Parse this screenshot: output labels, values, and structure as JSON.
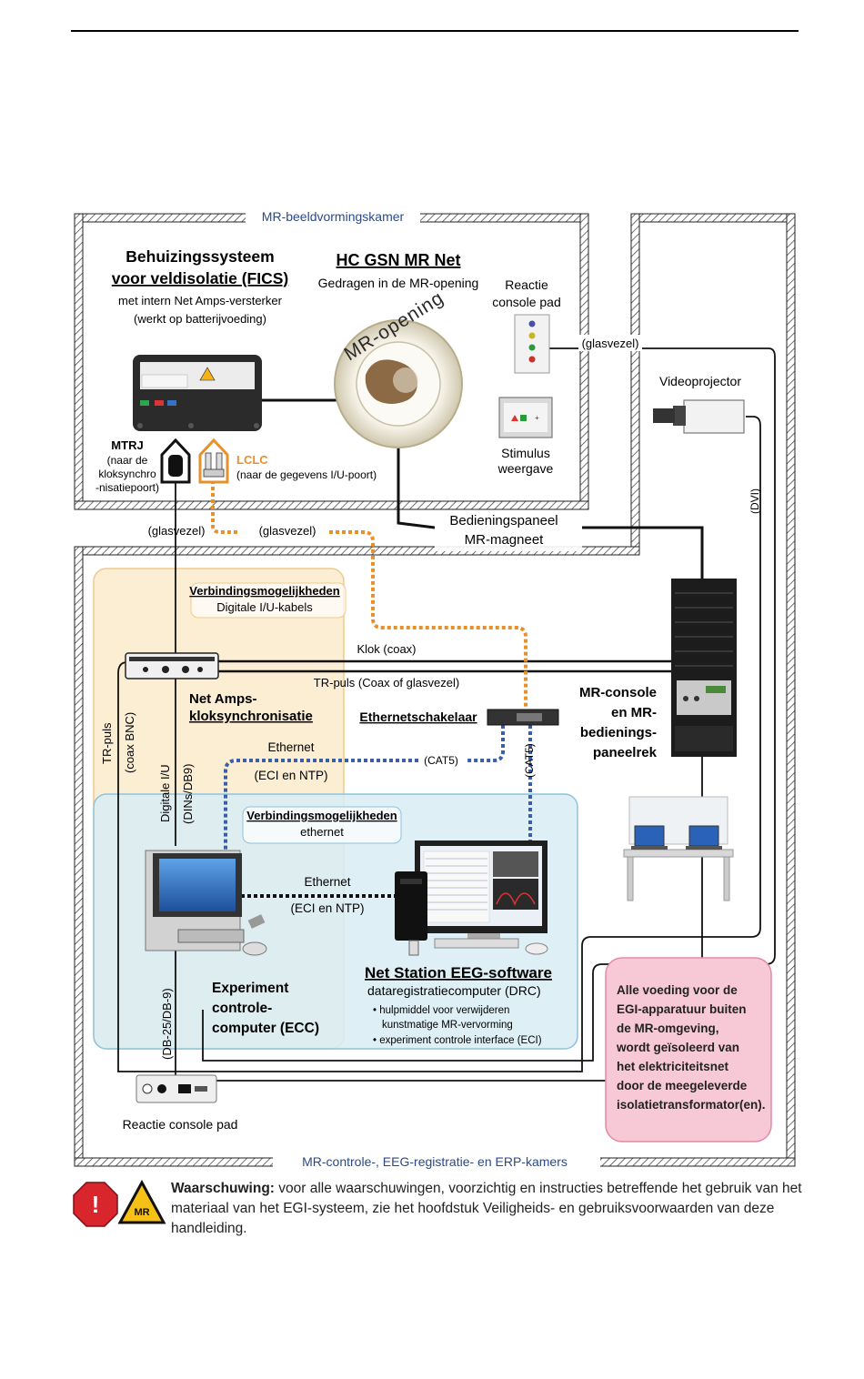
{
  "rooms": {
    "mr_room": "MR-beeldvormingskamer",
    "control_room": "MR-controle-, EEG-registratie- en ERP-kamers"
  },
  "fics": {
    "title1": "Behuizingssysteem",
    "title2": "voor veldisolatie (FICS)",
    "sub1": "met intern Net Amps-versterker",
    "sub2": "(werkt op batterijvoeding)"
  },
  "hcgsn": {
    "title": "HC GSN MR Net",
    "sub": "Gedragen in de MR-opening",
    "bore": "MR-opening"
  },
  "response_pad_top": {
    "line1": "Reactie",
    "line2": "console pad"
  },
  "stimulus": {
    "line1": "Stimulus",
    "line2": "weergave"
  },
  "videoprojector": "Videoprojector",
  "mtrj": {
    "title": "MTRJ",
    "l1": "(naar de",
    "l2": "kloksynchro",
    "l3": "-nisatiepoort)"
  },
  "lclc": {
    "title": "LCLC",
    "sub": "(naar de gegevens I/U-poort)"
  },
  "cables": {
    "glasvezel": "(glasvezel)",
    "dvi": "(DVI)",
    "klok": "Klok (coax)",
    "trpuls_coax": "TR-puls (Coax of glasvezel)",
    "trpuls": "TR-puls",
    "coax_bnc": "(coax BNC)",
    "digitale_iu": "Digitale I/U",
    "dins": "(DINs/DB9)",
    "ethernet": "Ethernet",
    "eci_ntp": "(ECI en NTP)",
    "cat5": "(CAT5)",
    "db25": "(DB-25/DB-9)"
  },
  "panel": {
    "line1": "Bedieningspaneel",
    "line2": "MR-magneet"
  },
  "conn1": {
    "title": "Verbindingsmogelijkheden",
    "sub": "Digitale I/U-kabels"
  },
  "conn2": {
    "title": "Verbindingsmogelijkheden",
    "sub": "ethernet"
  },
  "netamps": {
    "line1": "Net Amps-",
    "line2": "kloksynchronisatie"
  },
  "switch": "Ethernetschakelaar",
  "console": {
    "l1": "MR-console",
    "l2": "en MR-",
    "l3": "bedienings-",
    "l4": "paneelrek"
  },
  "ecc": {
    "l1": "Experiment",
    "l2": "controle-",
    "l3": "computer (ECC)"
  },
  "netstation": {
    "title": "Net Station EEG-software",
    "sub": "dataregistratiecomputer (DRC)",
    "b1a": "• hulpmiddel voor verwijderen",
    "b1b": "kunstmatige MR-vervorming",
    "b2": "• experiment controle interface (ECI)"
  },
  "response_pad_bottom": "Reactie console pad",
  "power_note": [
    "Alle voeding voor de",
    "EGI-apparatuur buiten",
    "de MR-omgeving,",
    "wordt geïsoleerd van",
    "het elektriciteitsnet",
    "door de meegeleverde",
    "isolatietransformator(en)."
  ],
  "warning": {
    "label": "Waarschuwing:",
    "text": " voor alle waarschuwingen, voorzichtig en instructies betreffende het gebruik van het materiaal van het EGI-systeem, zie het hoofdstuk Veiligheids- en gebruiksvoorwaarden van deze handleiding.",
    "badge": "MR"
  },
  "colors": {
    "orange_fiber": "#e8902a",
    "blue_ethernet": "#3a5fa8",
    "yellow_zone": "#fbeed3",
    "blue_zone": "#d8ecf5",
    "pink_note": "#f7c9d6",
    "room_label": "#2a4a8a"
  }
}
